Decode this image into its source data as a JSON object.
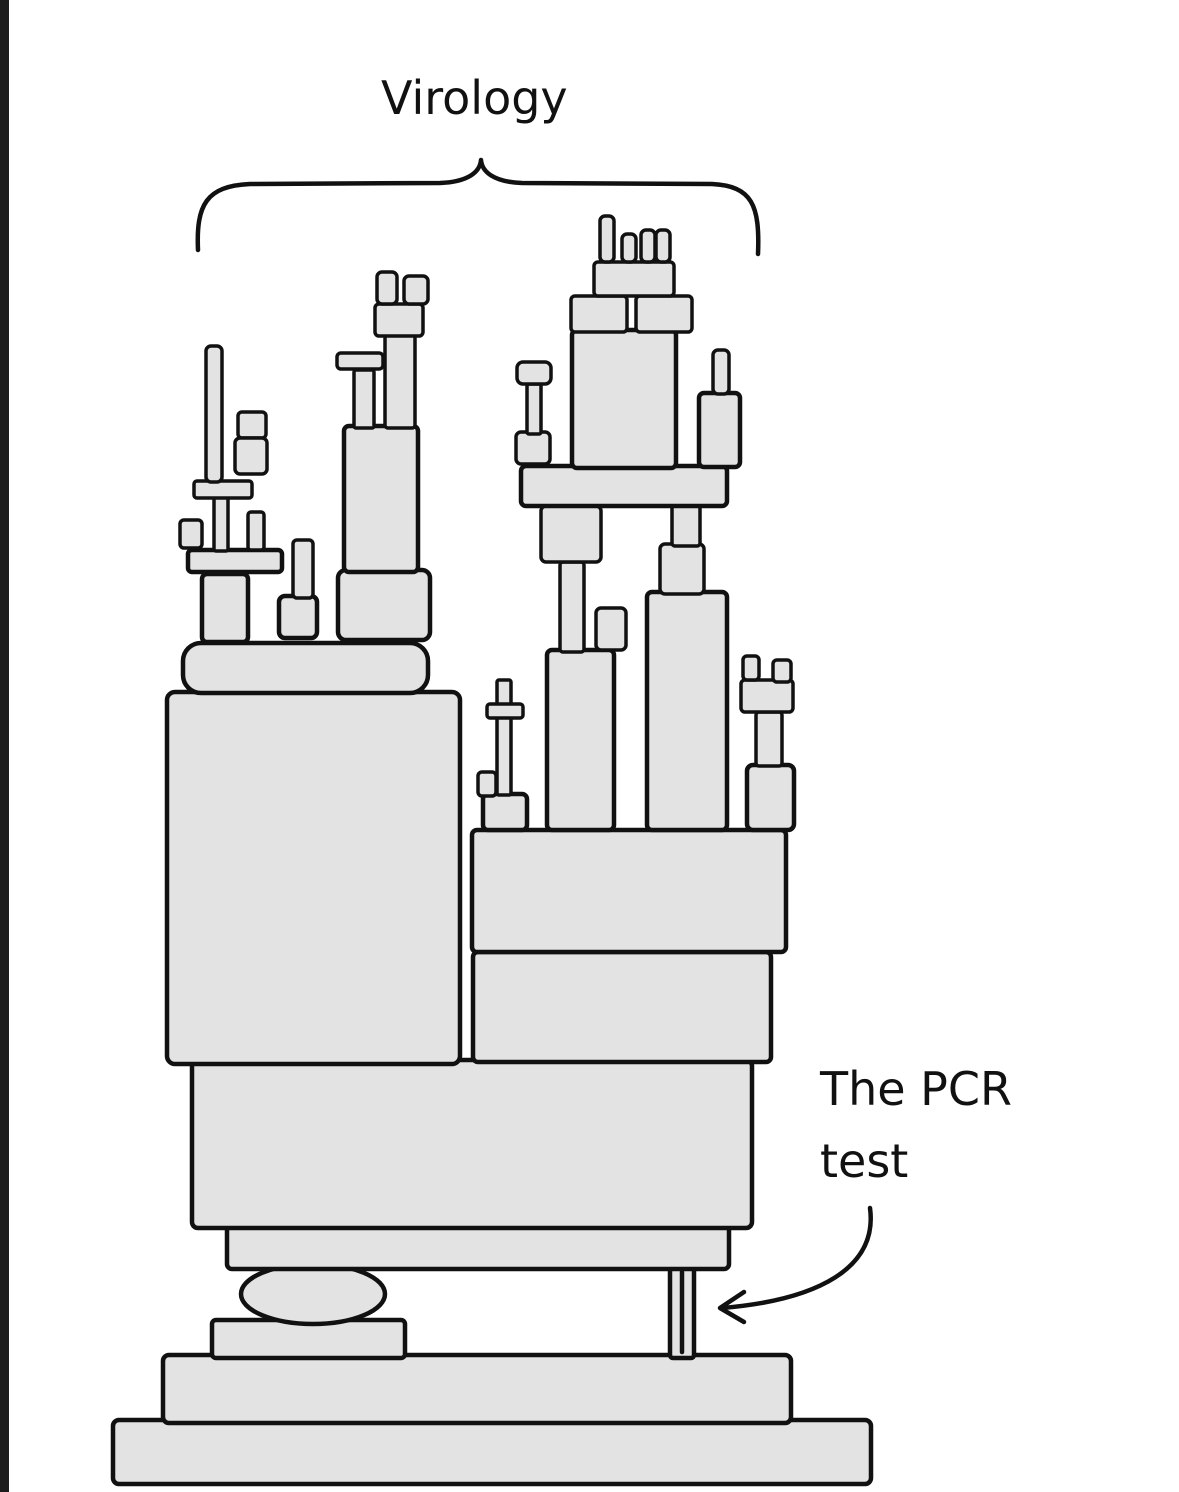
{
  "labels": {
    "top": "Virology",
    "arrow_line1": "The PCR",
    "arrow_line2": "test"
  },
  "colors": {
    "block_fill": "#e3e3e3",
    "ink": "#111111",
    "background": "#ffffff"
  }
}
